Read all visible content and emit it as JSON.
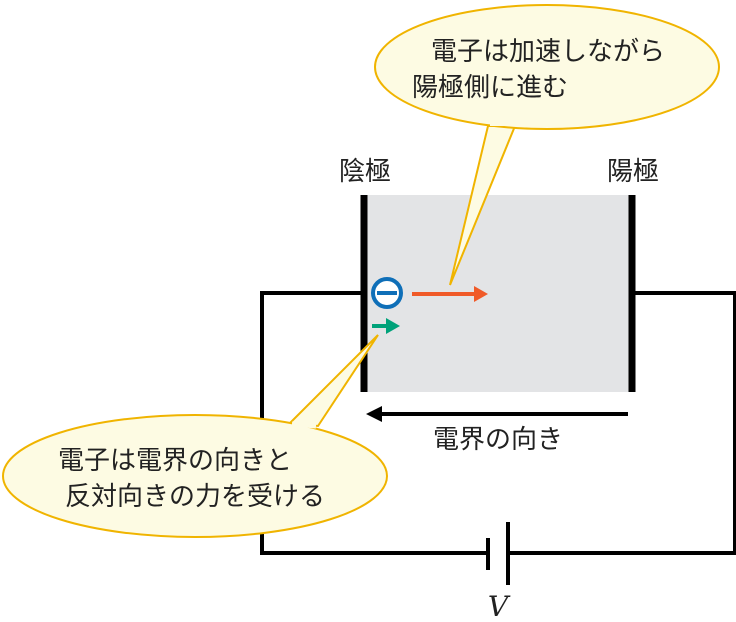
{
  "labels": {
    "cathode": "陰極",
    "anode": "陽極",
    "field_direction": "電界の向き",
    "voltage": "V"
  },
  "callouts": {
    "top": {
      "line1": "電子は加速しながら",
      "line2": "陽極側に進む"
    },
    "bottom": {
      "line1": "電子は電界の向きと",
      "line2": "反対向きの力を受ける"
    }
  },
  "colors": {
    "electrode_gap": "#e3e4e6",
    "electron": "#0f6fb8",
    "velocity_arrow": "#f05a28",
    "force_arrow": "#00a27a",
    "callout_fill": "#fdfbe3",
    "callout_stroke": "#f0b400"
  }
}
